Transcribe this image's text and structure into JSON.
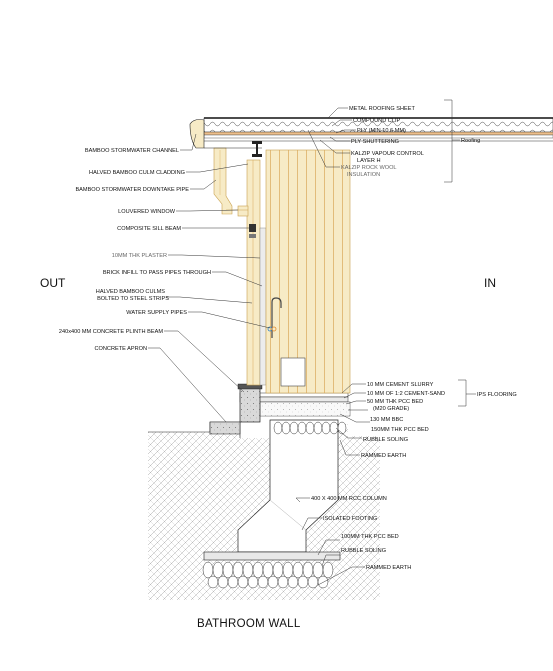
{
  "title": "BATHROOM WALL",
  "sides": {
    "out": "OUT",
    "in": "IN"
  },
  "groups": {
    "roofing": "Roofing",
    "ips_flooring": "IPS FLOORING"
  },
  "labels_right": {
    "metal_roofing_sheet": "METAL ROOFING SHEET",
    "compound_clip": "COMPOUND CLIP",
    "ply": "PLY (MIN 10.6 MM)",
    "ply_shuttering": "PLY SHUTTERING",
    "kalzip_vapour_1": "KALZIP VAPOUR CONTROL",
    "kalzip_vapour_2": "LAYER H",
    "kalzip_rock_1": "KALZIP ROCK WOOL",
    "kalzip_rock_2": "INSULATION",
    "cement_slurry": "10 MM CEMENT SLURRY",
    "cement_sand": "10 MM OF 1:2 CEMENT-SAND",
    "pcc_bed_50_1": "50 MM THK PCC BED",
    "pcc_bed_50_2": "(M20 GRADE)",
    "bbc": "130 MM BBC",
    "pcc_bed_150": "150MM THK PCC BED",
    "rubble_soling_1": "RUBBLE SOLING",
    "rammed_earth_1": "RAMMED EARTH",
    "rcc_column": "400 X 400 MM RCC COLUMN",
    "isolated_footing": "ISOLATED FOOTING",
    "pcc_bed_100": "100MM THK PCC BED",
    "rubble_soling_2": "RUBBLE SOLING",
    "rammed_earth_2": "RAMMED EARTH"
  },
  "labels_left": {
    "stormwater_channel": "BAMBOO STORMWATER CHANNEL",
    "culm_cladding": "HALVED BAMBOO CULM CLADDING",
    "downtake_pipe": "BAMBOO STORMWATER DOWNTAKE PIPE",
    "louvered_window": "LOUVERED WINDOW",
    "sill_beam": "COMPOSITE SILL BEAM",
    "plaster": "10MM THK PLASTER",
    "brick_infill": "BRICK INFILL TO PASS PIPES THROUGH",
    "halved_culms_1": "HALVED BAMBOO CULMS",
    "halved_culms_2": "BOLTED TO STEEL STRIPS",
    "water_supply": "WATER SUPPLY PIPES",
    "plinth_beam": "240x400 MM CONCRETE PLINTH BEAM",
    "concrete_apron": "CONCRETE APRON"
  },
  "colors": {
    "bamboo": "#f7ebc6",
    "bamboo_line": "#d8a85a",
    "concrete": "#d9d9d9",
    "earth_hatch": "#9a9a9a",
    "orange_accent": "#e08a2c",
    "blue_accent": "#2a7fc9",
    "ink": "#111111"
  }
}
